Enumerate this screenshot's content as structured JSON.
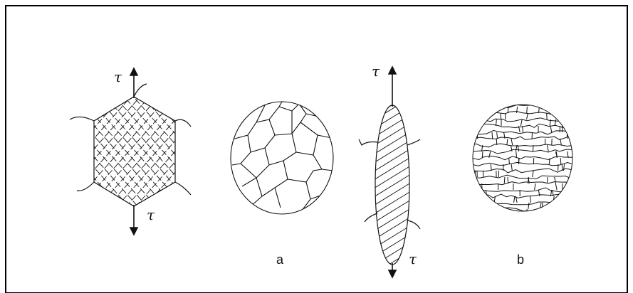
{
  "figure": {
    "labels": {
      "a": "a",
      "b": "b"
    },
    "stress_symbol": "τ",
    "colors": {
      "ink": "#111111",
      "border": "#000000",
      "background": "#ffffff"
    }
  }
}
